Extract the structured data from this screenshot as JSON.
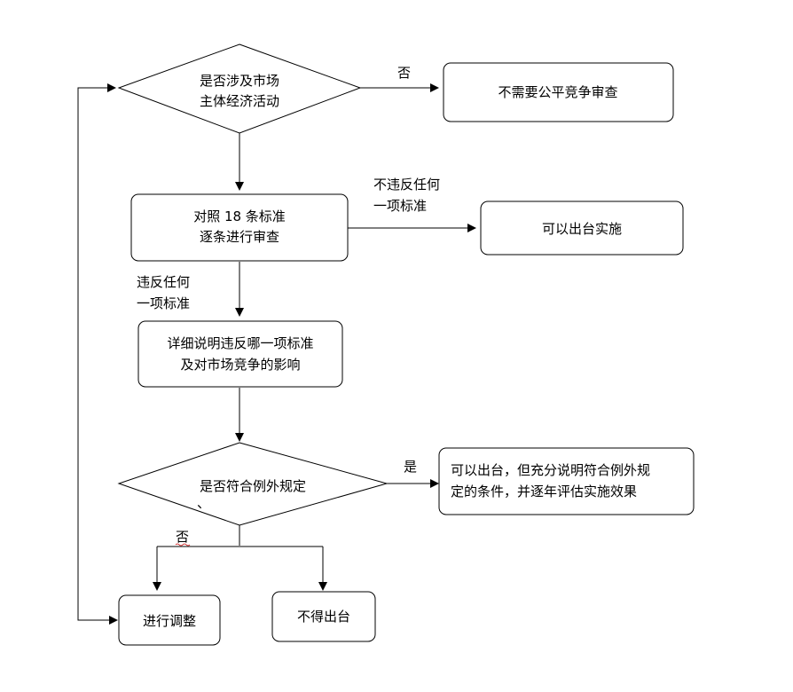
{
  "nodes": {
    "decision_market": {
      "lines": [
        "是否涉及市场",
        "主体经济活动"
      ]
    },
    "no_review": {
      "lines": [
        "不需要公平竞争审查"
      ]
    },
    "compare_standards": {
      "lines": [
        "对照 18 条标准",
        "逐条进行审查"
      ]
    },
    "can_implement": {
      "lines": [
        "可以出台实施"
      ]
    },
    "explain_violation": {
      "lines": [
        "详细说明违反哪一项标准",
        "及对市场竞争的影响"
      ]
    },
    "decision_exception": {
      "lines": [
        "是否符合例外规定"
      ]
    },
    "exception_yes": {
      "lines": [
        "可以出台，但充分说明符合例外规",
        "定的条件，并逐年评估实施效果"
      ]
    },
    "adjust": {
      "lines": [
        "进行调整"
      ]
    },
    "not_allowed": {
      "lines": [
        "不得出台"
      ]
    }
  },
  "edges": {
    "market_no": {
      "lines": [
        "否"
      ]
    },
    "no_violation": {
      "lines": [
        "不违反任何",
        "一项标准"
      ]
    },
    "violation": {
      "lines": [
        "违反任何",
        "一项标准"
      ]
    },
    "exception_yes": {
      "lines": [
        "是"
      ]
    },
    "exception_no": {
      "lines": [
        "否"
      ]
    }
  }
}
